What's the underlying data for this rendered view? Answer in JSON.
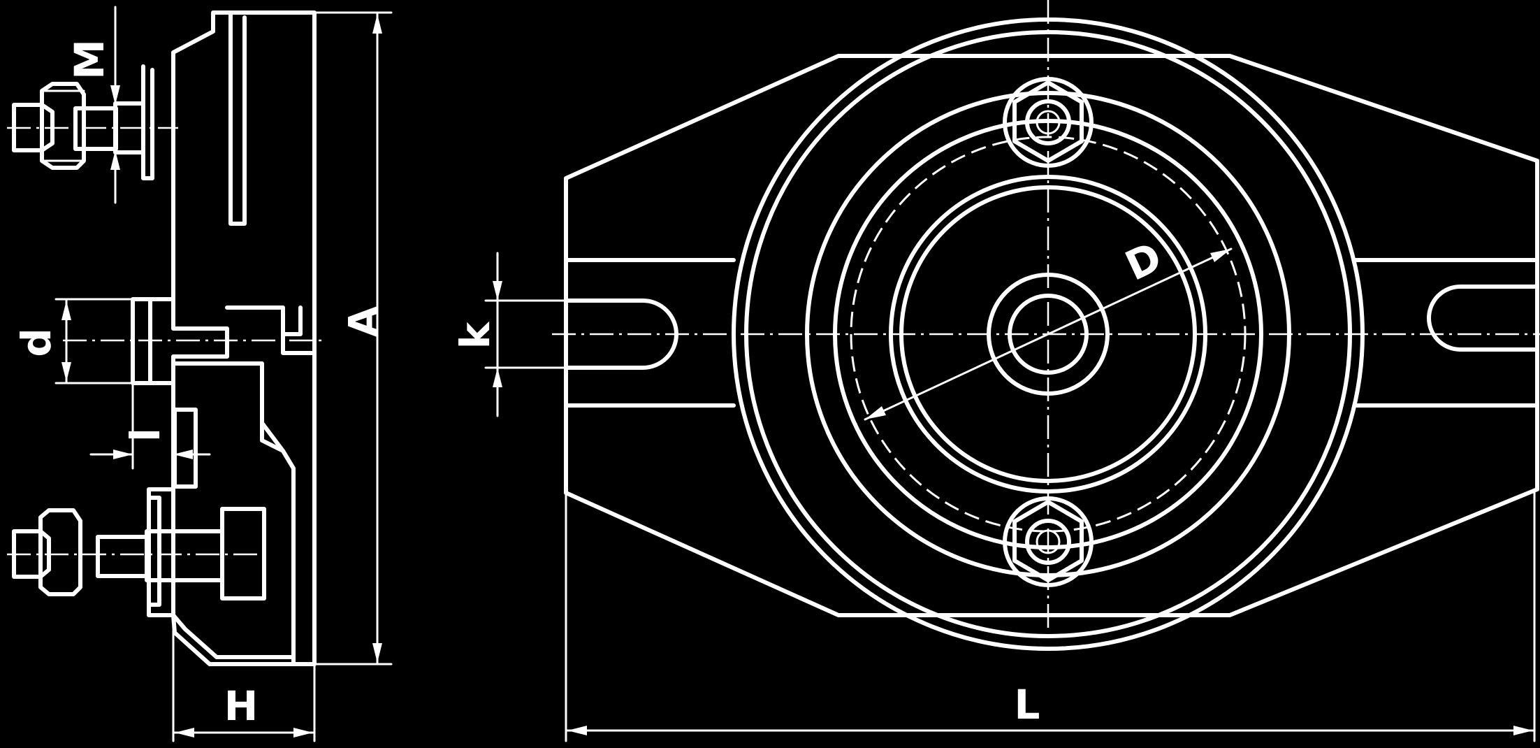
{
  "dimensions": {
    "M": "M",
    "d": "d",
    "l": "l",
    "A": "A",
    "H": "H",
    "k": "k",
    "D": "D",
    "L": "L"
  },
  "colors": {
    "background": "#000000",
    "lines": "#ffffff"
  }
}
